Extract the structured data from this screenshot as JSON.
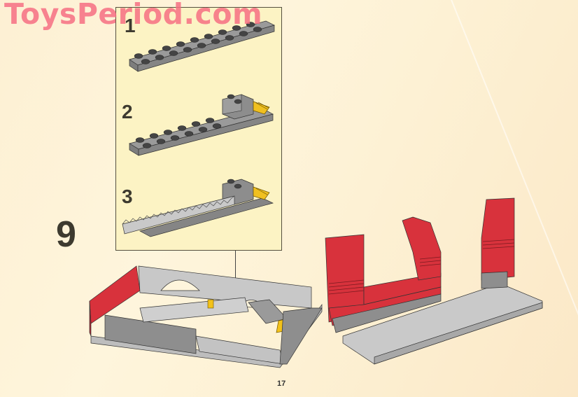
{
  "watermark": {
    "text": "ToysPeriod.com",
    "color": "#f66e82"
  },
  "inset": {
    "steps": [
      {
        "number": "1",
        "description": "gray 2x10 plate"
      },
      {
        "number": "2",
        "description": "gray plate with slope brick and yellow grille tile"
      },
      {
        "number": "3",
        "description": "gray plate with gear rack, slope brick and yellow grille tile"
      }
    ],
    "background": "#fcf3c4"
  },
  "main": {
    "step_number": "9",
    "page_number": "17",
    "colors": {
      "red": "#d8323c",
      "gray_light": "#c3c3c3",
      "gray_dark": "#8e8e8e",
      "yellow": "#f3c21a",
      "background": "#fef5dc"
    }
  }
}
